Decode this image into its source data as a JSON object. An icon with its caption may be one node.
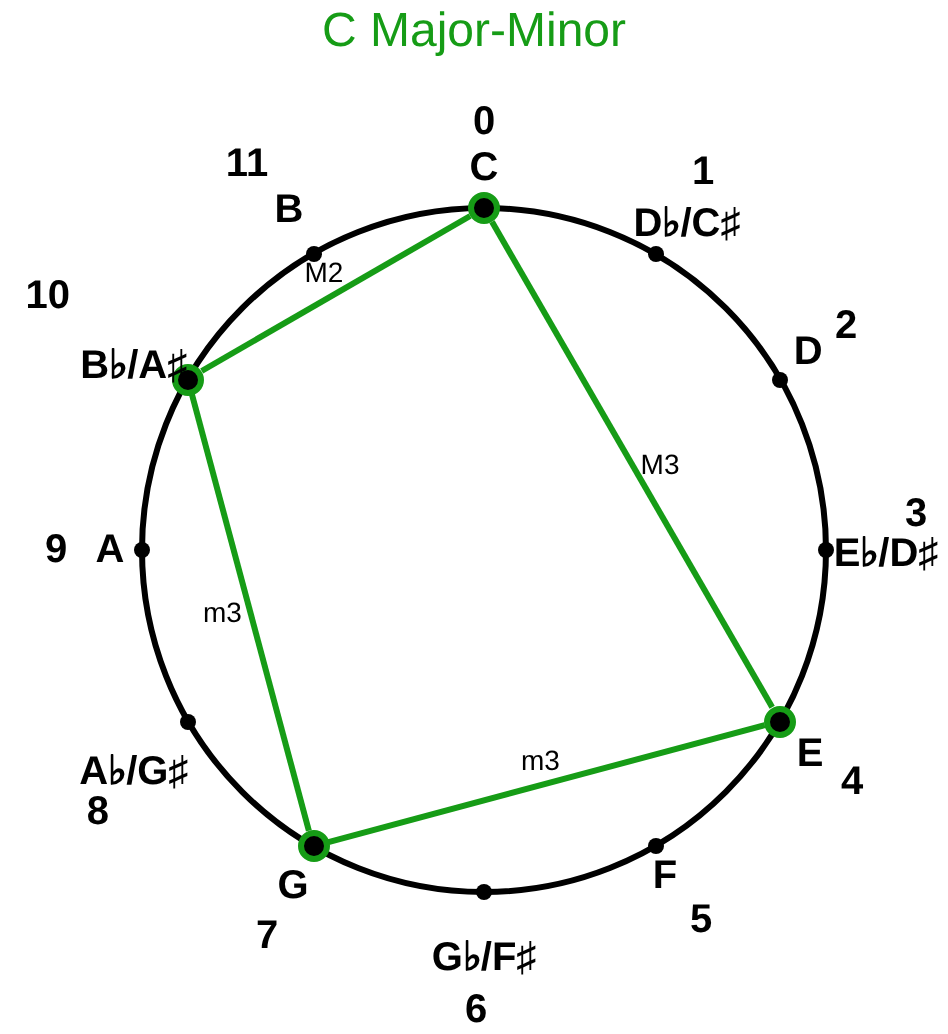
{
  "diagram": {
    "title": "C Major-Minor",
    "nodes": [
      {
        "text": [],
        "shape": "circle",
        "beside": [
          "C",
          "0"
        ]
      },
      {
        "text": [],
        "shape": "circle",
        "beside": [
          "D♭/C♯",
          "1"
        ]
      },
      {
        "text": [],
        "shape": "circle",
        "beside": [
          "D",
          "2"
        ]
      },
      {
        "text": [],
        "shape": "circle",
        "beside": [
          "E♭/D♯",
          "3"
        ]
      },
      {
        "text": [],
        "shape": "circle",
        "beside": [
          "E",
          "4"
        ]
      },
      {
        "text": [],
        "shape": "circle",
        "beside": [
          "F",
          "5"
        ]
      },
      {
        "text": [],
        "shape": "circle",
        "beside": [
          "G♭/F♯",
          "6"
        ]
      },
      {
        "text": [],
        "shape": "circle",
        "beside": [
          "G",
          "7"
        ]
      },
      {
        "text": [],
        "shape": "circle",
        "beside": [
          "A♭/G♯",
          "8"
        ]
      },
      {
        "text": [],
        "shape": "circle",
        "beside": [
          "A",
          "9"
        ]
      },
      {
        "text": [],
        "shape": "circle",
        "beside": [
          "B♭/A♯",
          "10"
        ]
      },
      {
        "text": [],
        "shape": "circle",
        "beside": [
          "B",
          "11"
        ]
      }
    ],
    "edges": [
      {
        "from": 0,
        "to": 10,
        "arrow": "none",
        "label": "M2"
      },
      {
        "from": 0,
        "to": 4,
        "arrow": "none",
        "label": "M3"
      },
      {
        "from": 10,
        "to": 7,
        "arrow": "none",
        "label": "m3"
      },
      {
        "from": 7,
        "to": 4,
        "arrow": "none",
        "label": "m3"
      }
    ]
  }
}
